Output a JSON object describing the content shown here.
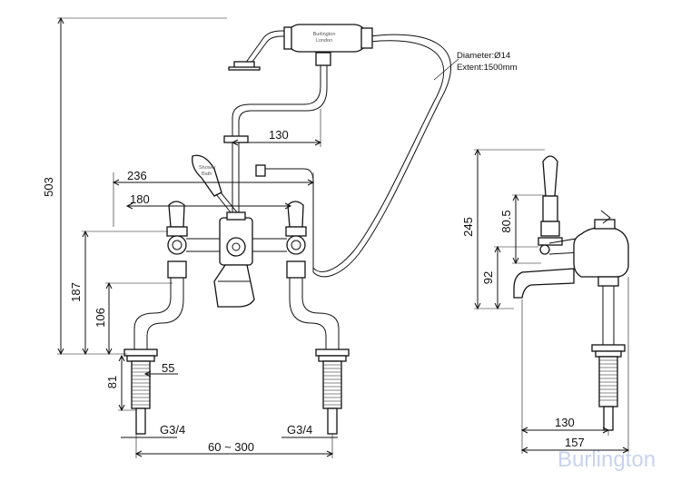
{
  "dimensions": {
    "total_height": "503",
    "handset_offset": "130",
    "bracket_width": "236",
    "valve_span": "180",
    "leg_height": "187",
    "spout_height": "106",
    "shank_length": "81",
    "shank_offset": "55",
    "thread_left": "G3/4",
    "thread_right": "G3/4",
    "centres": "60 ~ 300",
    "side_height": "245",
    "side_lever": "80.5",
    "side_spout": "92",
    "side_reach": "130",
    "side_depth": "157"
  },
  "hose": {
    "diameter": "Diameter:Ø14",
    "extent": "Extent:1500mm"
  },
  "handset_label": {
    "line1": "Burlington",
    "line2": "London"
  },
  "lever_label": {
    "line1": "Shower",
    "line2": "Bath"
  },
  "brand": "Burlington"
}
